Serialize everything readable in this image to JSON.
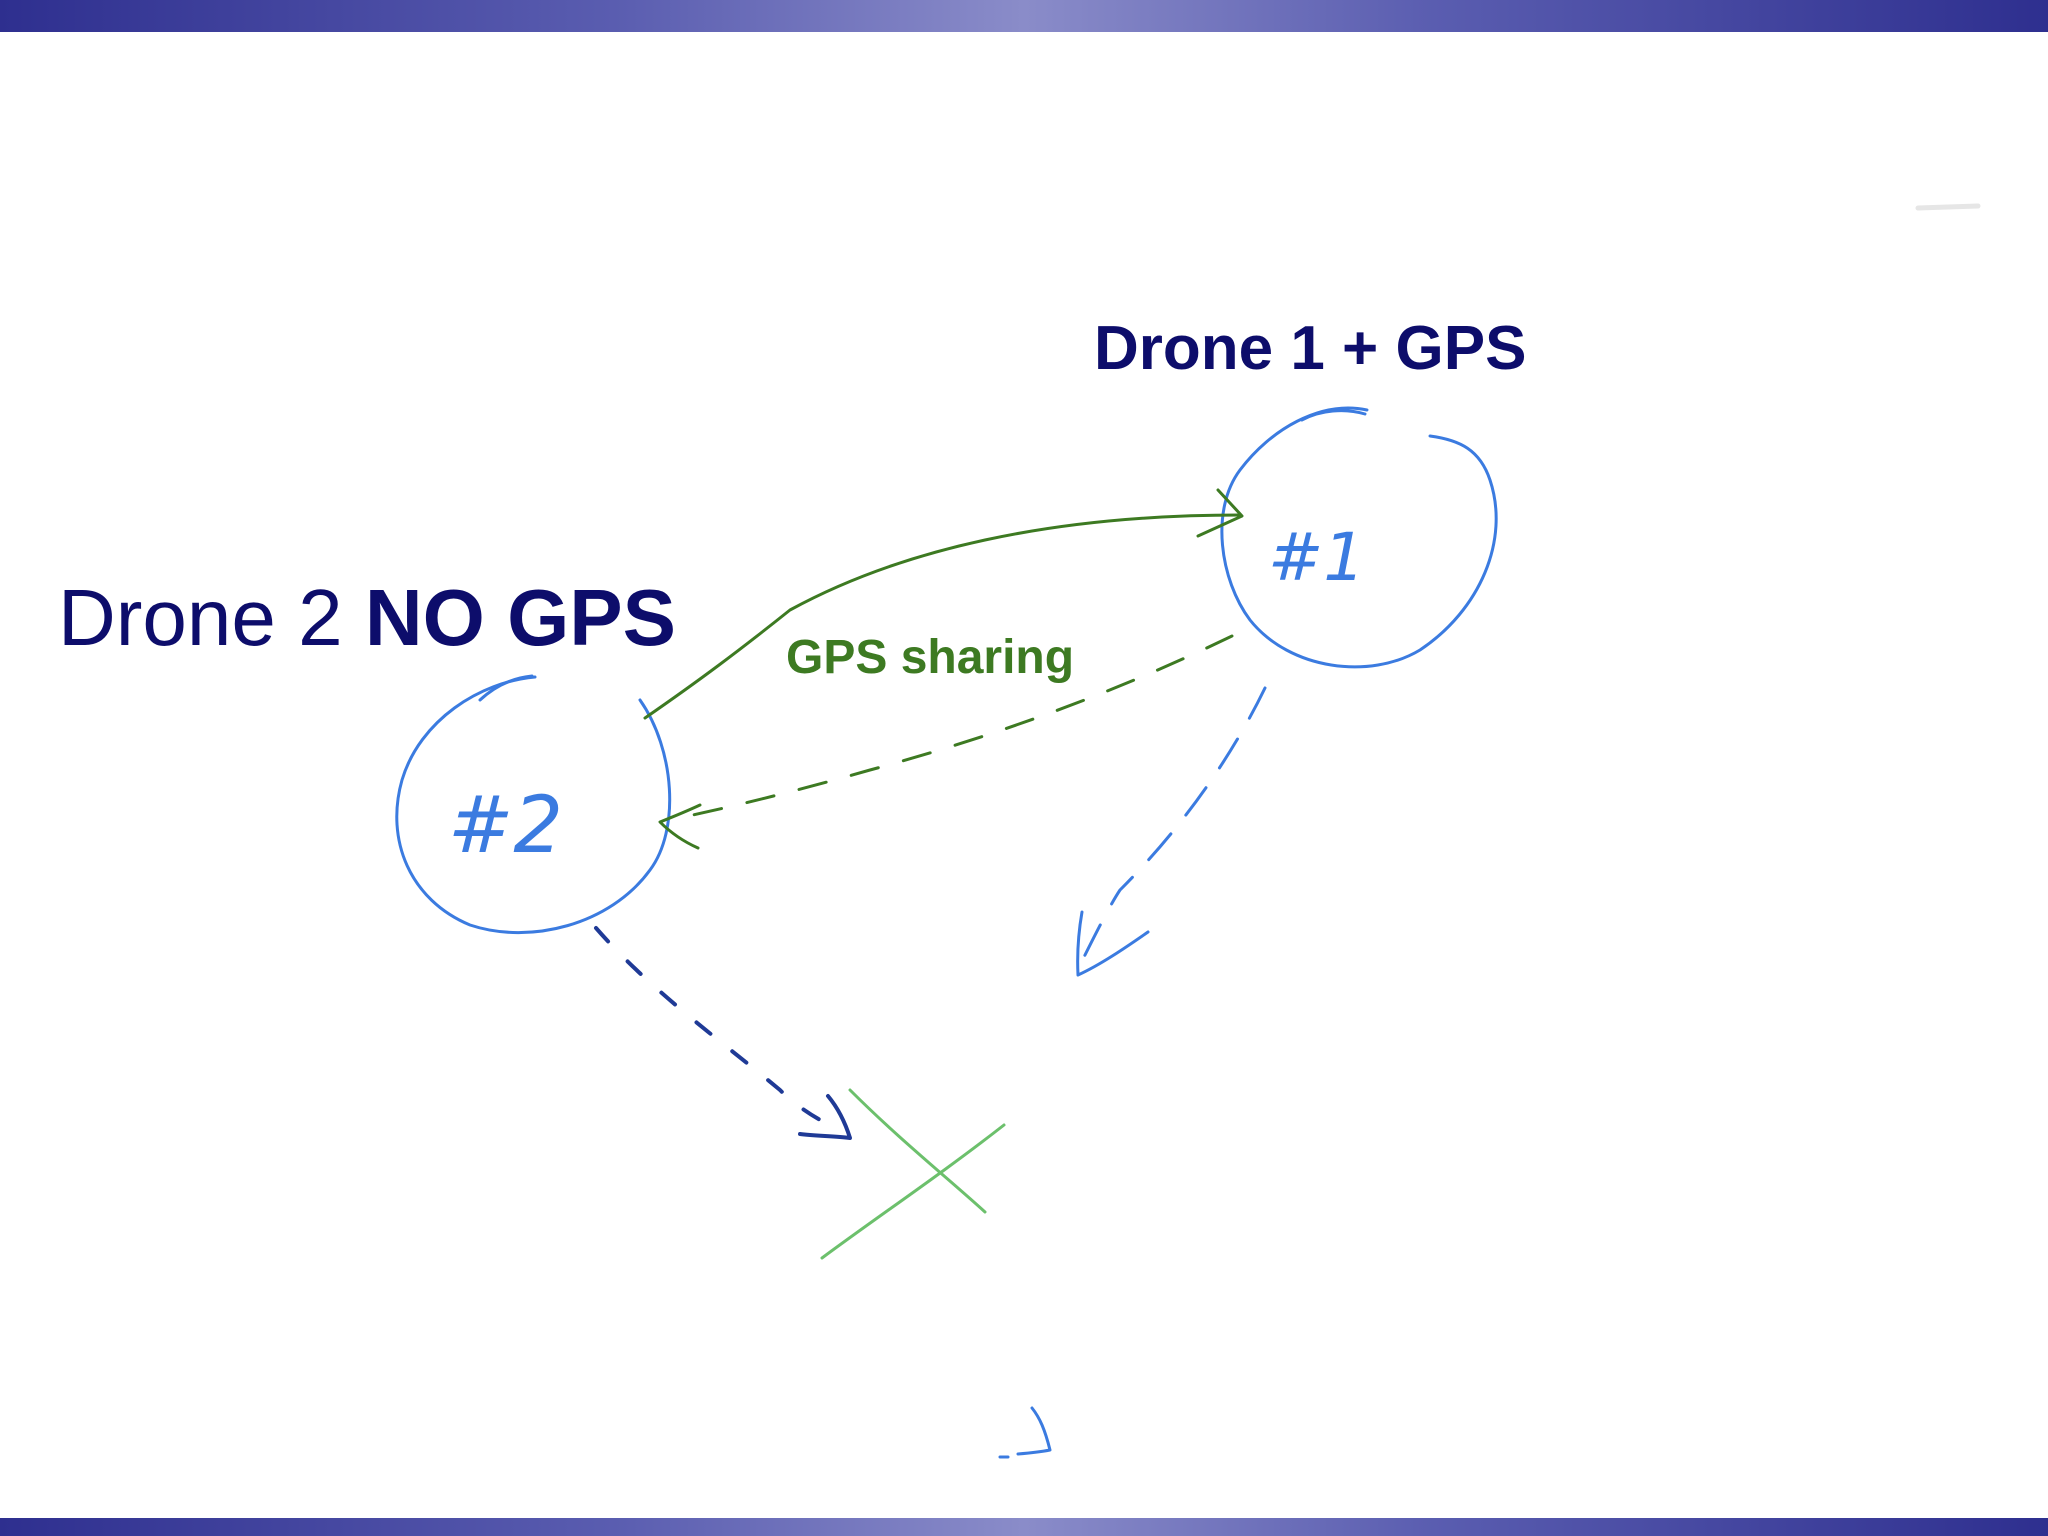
{
  "labels": {
    "drone1": "Drone 1 + GPS",
    "drone2_prefix": "Drone 2 ",
    "drone2_emphasis": "NO GPS",
    "sharing": "GPS sharing"
  },
  "nodes": {
    "node1_label": "#1",
    "node2_label": "#2"
  },
  "colors": {
    "title_text": "#0d0d6b",
    "node_blue": "#3b7be0",
    "path_darkblue": "#1f3a96",
    "sharing_green": "#3d7a22",
    "target_green": "#6cc06c",
    "band_dark": "#2e2f8f",
    "band_light": "#8a8cc9"
  },
  "icons": {
    "target": "cross-target-icon"
  }
}
